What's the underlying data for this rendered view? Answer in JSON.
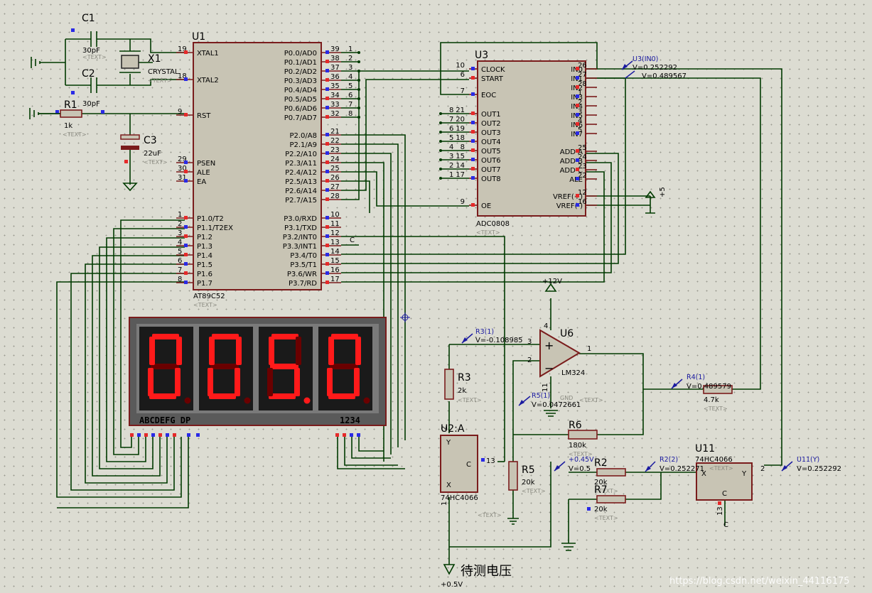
{
  "components": {
    "u1": {
      "ref": "U1",
      "part": "AT89C52",
      "placeholder": "<TEXT>",
      "left_pins": [
        {
          "num": "19",
          "name": "XTAL1"
        },
        {
          "num": "18",
          "name": "XTAL2"
        },
        {
          "num": "9",
          "name": "RST"
        },
        {
          "num": "29",
          "name": "PSEN"
        },
        {
          "num": "30",
          "name": "ALE"
        },
        {
          "num": "31",
          "name": "EA"
        },
        {
          "num": "1",
          "name": "P1.0/T2"
        },
        {
          "num": "2",
          "name": "P1.1/T2EX"
        },
        {
          "num": "3",
          "name": "P1.2"
        },
        {
          "num": "4",
          "name": "P1.3"
        },
        {
          "num": "5",
          "name": "P1.4"
        },
        {
          "num": "6",
          "name": "P1.5"
        },
        {
          "num": "7",
          "name": "P1.6"
        },
        {
          "num": "8",
          "name": "P1.7"
        }
      ],
      "right_pins": [
        {
          "num": "39",
          "name": "P0.0/AD0"
        },
        {
          "num": "38",
          "name": "P0.1/AD1"
        },
        {
          "num": "37",
          "name": "P0.2/AD2"
        },
        {
          "num": "36",
          "name": "P0.3/AD3"
        },
        {
          "num": "35",
          "name": "P0.4/AD4"
        },
        {
          "num": "34",
          "name": "P0.5/AD5"
        },
        {
          "num": "33",
          "name": "P0.6/AD6"
        },
        {
          "num": "32",
          "name": "P0.7/AD7"
        },
        {
          "num": "21",
          "name": "P2.0/A8"
        },
        {
          "num": "22",
          "name": "P2.1/A9"
        },
        {
          "num": "23",
          "name": "P2.2/A10"
        },
        {
          "num": "24",
          "name": "P2.3/A11"
        },
        {
          "num": "25",
          "name": "P2.4/A12"
        },
        {
          "num": "26",
          "name": "P2.5/A13"
        },
        {
          "num": "27",
          "name": "P2.6/A14"
        },
        {
          "num": "28",
          "name": "P2.7/A15"
        },
        {
          "num": "10",
          "name": "P3.0/RXD"
        },
        {
          "num": "11",
          "name": "P3.1/TXD"
        },
        {
          "num": "12",
          "name": "P3.2/INT0"
        },
        {
          "num": "13",
          "name": "P3.3/INT1"
        },
        {
          "num": "14",
          "name": "P3.4/T0"
        },
        {
          "num": "15",
          "name": "P3.5/T1"
        },
        {
          "num": "16",
          "name": "P3.6/WR"
        },
        {
          "num": "17",
          "name": "P3.7/RD"
        }
      ],
      "p0_numbers": [
        "1",
        "2",
        "3",
        "4",
        "5",
        "6",
        "7",
        "8"
      ],
      "p33_label": "C"
    },
    "u3": {
      "ref": "U3",
      "part": "ADC0808",
      "placeholder": "<TEXT>",
      "left_pins": [
        {
          "num": "10",
          "name": "CLOCK"
        },
        {
          "num": "6",
          "name": "START"
        },
        {
          "num": "7",
          "name": "EOC"
        },
        {
          "num": "21",
          "name": "OUT1"
        },
        {
          "num": "20",
          "name": "OUT2"
        },
        {
          "num": "19",
          "name": "OUT3"
        },
        {
          "num": "18",
          "name": "OUT4"
        },
        {
          "num": "8",
          "name": "OUT5"
        },
        {
          "num": "15",
          "name": "OUT6"
        },
        {
          "num": "14",
          "name": "OUT7"
        },
        {
          "num": "17",
          "name": "OUT8"
        },
        {
          "num": "9",
          "name": "OE"
        }
      ],
      "left_outer": [
        "8",
        "7",
        "6",
        "5",
        "4",
        "3",
        "2",
        "1"
      ],
      "right_pins": [
        {
          "num": "26",
          "name": "IN0"
        },
        {
          "num": "27",
          "name": "IN1"
        },
        {
          "num": "28",
          "name": "IN2"
        },
        {
          "num": "1",
          "name": "IN3"
        },
        {
          "num": "2",
          "name": "IN4"
        },
        {
          "num": "3",
          "name": "IN5"
        },
        {
          "num": "4",
          "name": "IN6"
        },
        {
          "num": "5",
          "name": "IN7"
        },
        {
          "num": "25",
          "name": "ADD A"
        },
        {
          "num": "24",
          "name": "ADD B"
        },
        {
          "num": "23",
          "name": "ADD C"
        },
        {
          "num": "22",
          "name": "ALE"
        },
        {
          "num": "12",
          "name": "VREF(+)"
        },
        {
          "num": "16",
          "name": "VREF(-)"
        }
      ],
      "vref_label": "+5"
    },
    "c1": {
      "ref": "C1",
      "value": "30pF",
      "placeholder": "<TEXT>"
    },
    "c2": {
      "ref": "C2",
      "value": "30pF",
      "placeholder": "<TEXT>"
    },
    "x1": {
      "ref": "X1",
      "value": "CRYSTAL",
      "placeholder": "<TEXT>"
    },
    "r1": {
      "ref": "R1",
      "value": "1k",
      "placeholder": "<TEXT>"
    },
    "c3": {
      "ref": "C3",
      "value": "22uF",
      "placeholder": "<TEXT>"
    },
    "display": {
      "digits": [
        "0",
        "0",
        "5",
        "0"
      ],
      "dp_digit": 2,
      "seg_label": "ABCDEFG  DP",
      "digit_label": "1234"
    },
    "u6": {
      "ref": "U6",
      "part": "LM324",
      "pin_plus": "3",
      "pin_minus": "2",
      "pin_out": "1",
      "pin_vcc": "4",
      "pin_gnd": "11",
      "gnd_label": "GND",
      "placeholder": "<TEXT>",
      "supply": "+12V"
    },
    "u2": {
      "ref": "U2:A",
      "part": "74HC4066",
      "pin_y": "2",
      "pin_c": "13",
      "pin_x": "1",
      "lbl_y": "Y",
      "lbl_c": "C",
      "lbl_x": "X",
      "placeholder": "<TEXT>"
    },
    "u11": {
      "ref": "U11",
      "part": "74HC4066",
      "pin_y": "2",
      "pin_c": "13",
      "lbl_x": "X",
      "lbl_y": "Y",
      "lbl_c": "C",
      "net_c": "C",
      "placeholder": "<TEXT>"
    },
    "r3": {
      "ref": "R3",
      "value": "2k",
      "placeholder": "<TEXT>"
    },
    "r5": {
      "ref": "R5",
      "value": "20k",
      "placeholder": "<TEXT>"
    },
    "r6": {
      "ref": "R6",
      "value": "180k",
      "placeholder": "<TEXT>"
    },
    "r4": {
      "ref": "R4",
      "value": "4.7k",
      "placeholder": "<TEXT>"
    },
    "r2": {
      "ref": "R2",
      "value": "20k",
      "placeholder": "<TEXT>"
    },
    "r7": {
      "ref": "R7",
      "value": "20k",
      "placeholder": "<TEXT>"
    }
  },
  "probes": {
    "u3_in0": {
      "name": "U3(IN0)",
      "value": "V=0.252292"
    },
    "u3_in1": {
      "value": "V=0.489567"
    },
    "r3_1": {
      "name": "R3(1)",
      "value": "V=-0.108985"
    },
    "r5_1": {
      "name": "R5(1)",
      "value": "V=0.0472661"
    },
    "r4_1": {
      "name": "R4(1)",
      "value": "V=0.489579"
    },
    "r2_2": {
      "name": "R2(2)",
      "value": "V=0.252271"
    },
    "u11_y": {
      "name": "U11(Y)",
      "value": "V=0.252292"
    },
    "plus045": {
      "name": "+0.45V",
      "value": "V=0.5"
    }
  },
  "terminals": {
    "input_name": "待测电压",
    "input_value": "+0.5V"
  },
  "watermark": "https://blog.csdn.net/weixin_44116175"
}
